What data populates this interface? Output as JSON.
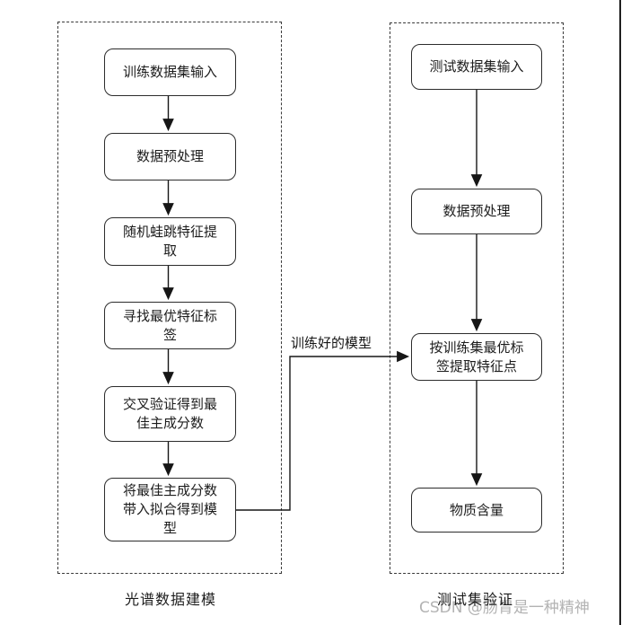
{
  "diagram": {
    "left_group": {
      "caption": "光谱数据建模",
      "nodes": [
        {
          "label": "训练数据集输入"
        },
        {
          "label": "数据预处理"
        },
        {
          "label": "随机蛙跳特征提取"
        },
        {
          "label": "寻找最优特征标签"
        },
        {
          "label": "交叉验证得到最佳主成分数"
        },
        {
          "label": "将最佳主成分数带入拟合得到模型"
        }
      ]
    },
    "right_group": {
      "caption": "测试集验证",
      "nodes": [
        {
          "label": "测试数据集输入"
        },
        {
          "label": "数据预处理"
        },
        {
          "label": "按训练集最优标签提取特征点"
        },
        {
          "label": "物质含量"
        }
      ]
    },
    "edge_label": "训练好的模型",
    "colors": {
      "line": "#161616",
      "box_border": "#2c2c2c",
      "dashed_frame": "#3a3a3a",
      "watermark": "#b3b3b3"
    }
  },
  "watermark_text": "CSDN @肠胃是一种精神"
}
